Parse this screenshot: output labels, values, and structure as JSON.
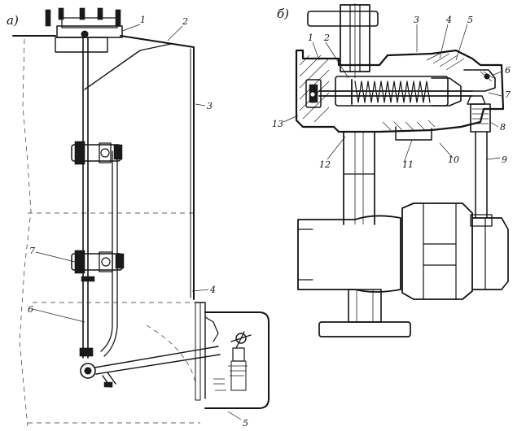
{
  "panels": [
    {
      "id": "a",
      "label": "a)"
    },
    {
      "id": "b",
      "label": "б)"
    }
  ],
  "callouts_a": [
    "1",
    "2",
    "3",
    "4",
    "5",
    "6",
    "7"
  ],
  "callouts_b": [
    "1",
    "2",
    "3",
    "4",
    "5",
    "6",
    "7",
    "8",
    "9",
    "10",
    "11",
    "12",
    "13"
  ],
  "ink_color": "#141414",
  "paper_color": "#ffffff"
}
